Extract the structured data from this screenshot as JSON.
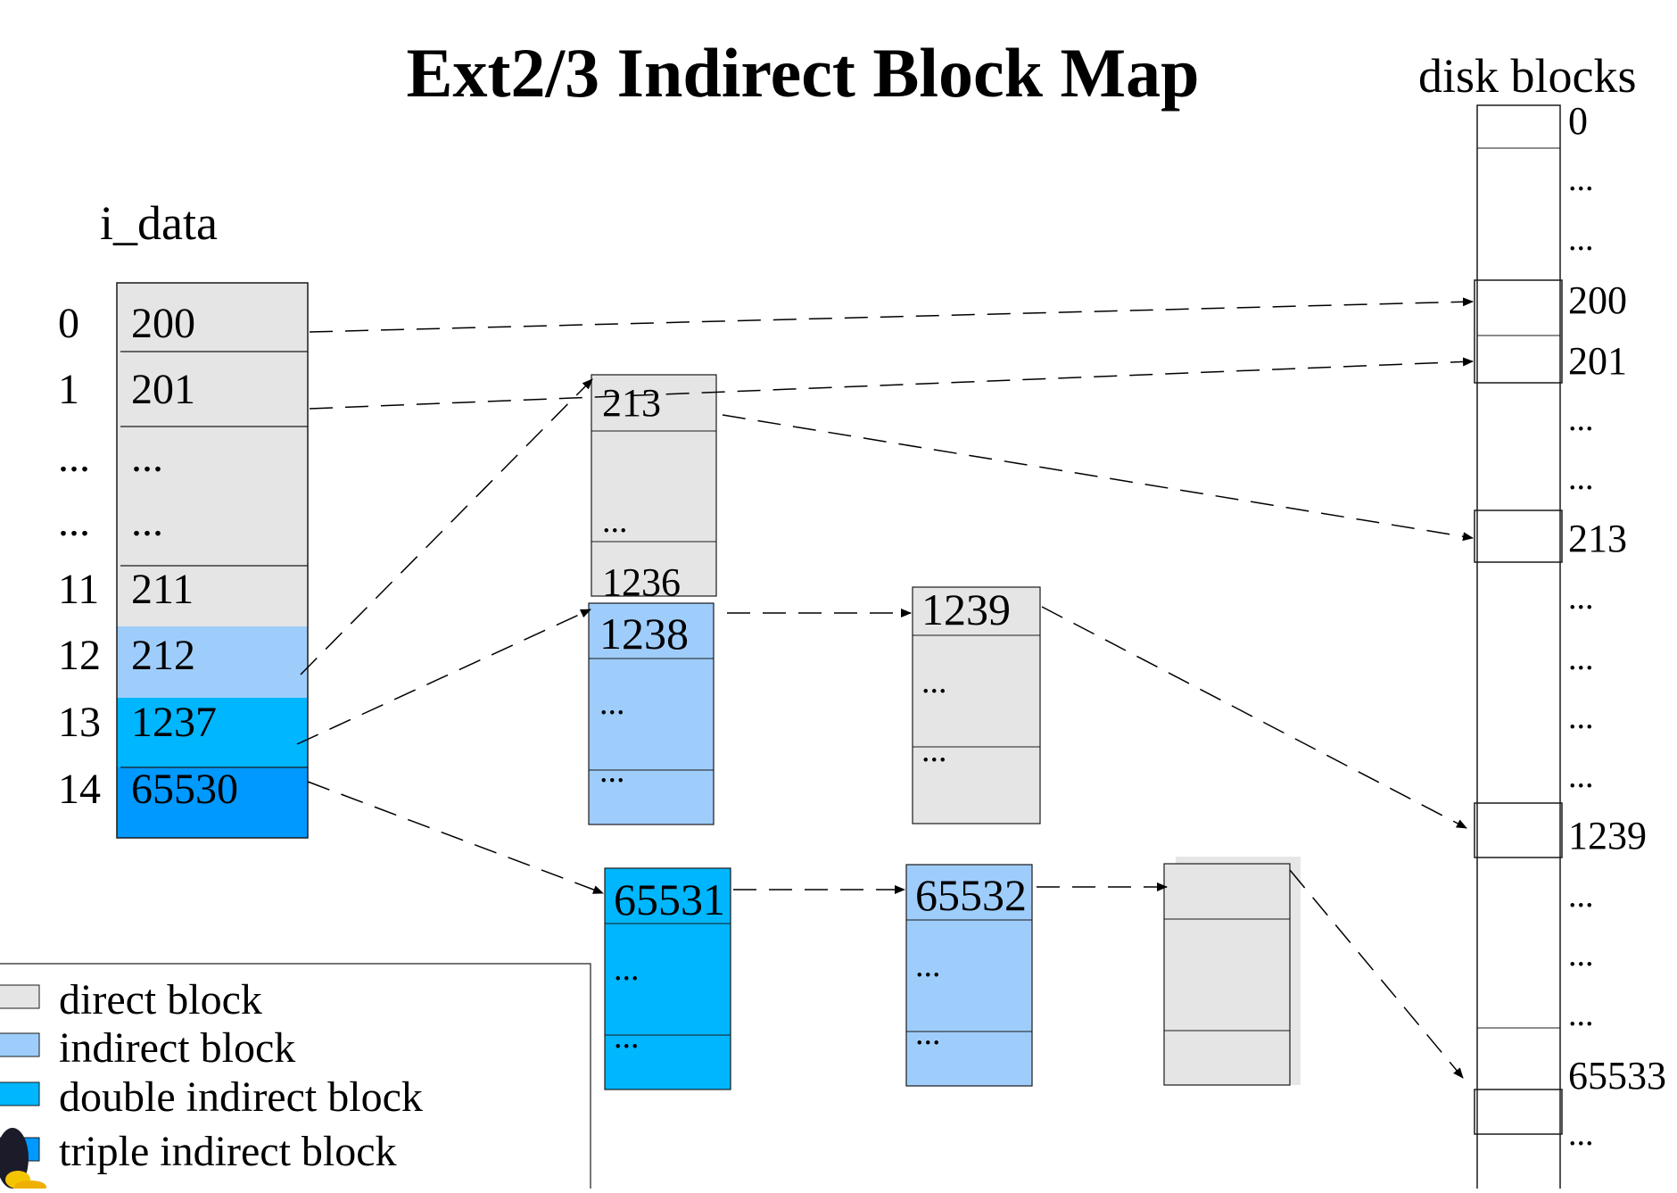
{
  "title": "Ext2/3 Indirect Block Map",
  "colors": {
    "direct": "#e5e5e5",
    "indirect": "#9fcdfb",
    "double_indirect": "#00b6ff",
    "triple_indirect": "#0099ff",
    "border": "#1a1a1a",
    "arrow": "#000000"
  },
  "i_data": {
    "label": "i_data",
    "rows": [
      {
        "index": "0",
        "value": "200",
        "kind": "direct"
      },
      {
        "index": "1",
        "value": "201",
        "kind": "direct"
      },
      {
        "index": "...",
        "value": "...",
        "kind": "direct"
      },
      {
        "index": "...",
        "value": "...",
        "kind": "direct"
      },
      {
        "index": "11",
        "value": "211",
        "kind": "direct"
      },
      {
        "index": "12",
        "value": "212",
        "kind": "indirect"
      },
      {
        "index": "13",
        "value": "1237",
        "kind": "double_indirect"
      },
      {
        "index": "14",
        "value": "65530",
        "kind": "triple_indirect"
      }
    ]
  },
  "blocks": {
    "b212": {
      "kind": "direct",
      "cells": [
        "213",
        "",
        "...",
        "1236"
      ]
    },
    "b1237": {
      "kind": "indirect",
      "cells": [
        "1238",
        "...",
        "..."
      ]
    },
    "b1238": {
      "kind": "direct",
      "cells": [
        "1239",
        "...",
        "..."
      ]
    },
    "b65530": {
      "kind": "double_indirect",
      "cells": [
        "65531",
        "...",
        "..."
      ]
    },
    "b65531": {
      "kind": "indirect",
      "cells": [
        "65532",
        "...",
        "..."
      ]
    },
    "b65532": {
      "kind": "direct",
      "cells": [
        "",
        "",
        ""
      ]
    }
  },
  "disk": {
    "label": "disk blocks",
    "labels": [
      "0",
      "...",
      "...",
      "200",
      "201",
      "...",
      "...",
      "213",
      "...",
      "...",
      "...",
      "...",
      "1239",
      "...",
      "...",
      "...",
      "65533",
      "..."
    ]
  },
  "legend": [
    {
      "label": "direct block",
      "kind": "direct"
    },
    {
      "label": "indirect block",
      "kind": "indirect"
    },
    {
      "label": "double indirect block",
      "kind": "double_indirect"
    },
    {
      "label": "triple indirect block",
      "kind": "triple_indirect"
    }
  ]
}
